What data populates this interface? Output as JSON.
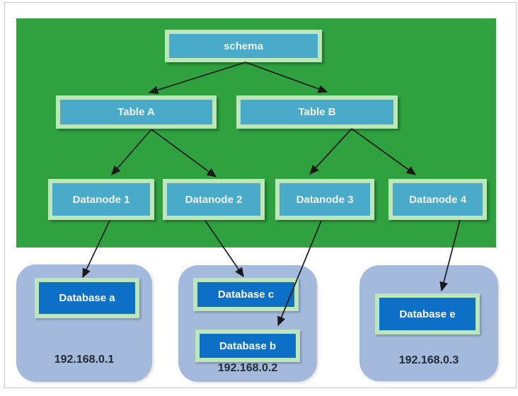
{
  "nodes": {
    "schema": "schema",
    "table_a": "Table A",
    "table_b": "Table B",
    "datanode_1": "Datanode 1",
    "datanode_2": "Datanode 2",
    "datanode_3": "Datanode 3",
    "datanode_4": "Datanode 4"
  },
  "servers": [
    {
      "ip": "192.168.0.1",
      "databases": [
        "Database a"
      ]
    },
    {
      "ip": "192.168.0.2",
      "databases": [
        "Database c",
        "Database b"
      ]
    },
    {
      "ip": "192.168.0.3",
      "databases": [
        "Database e"
      ]
    }
  ],
  "edges": [
    {
      "from": "schema",
      "to": "Table A"
    },
    {
      "from": "schema",
      "to": "Table B"
    },
    {
      "from": "Table A",
      "to": "Datanode 1"
    },
    {
      "from": "Table A",
      "to": "Datanode 2"
    },
    {
      "from": "Table B",
      "to": "Datanode 3"
    },
    {
      "from": "Table B",
      "to": "Datanode 4"
    },
    {
      "from": "Datanode 1",
      "to": "Database a"
    },
    {
      "from": "Datanode 2",
      "to": "Database c"
    },
    {
      "from": "Datanode 3",
      "to": "Database b"
    },
    {
      "from": "Datanode 4",
      "to": "Database e"
    }
  ],
  "colors": {
    "panel_green": "#2fa23f",
    "node_teal": "#49aac9",
    "node_border_pale_green": "#bde7ba",
    "database_blue": "#0b70c6",
    "server_container_blue": "#a4badd",
    "arrow_black": "#1a1a1a",
    "node_text": "#eef5f6",
    "ip_text": "#242a33",
    "page_border": "#c6c6c6"
  }
}
